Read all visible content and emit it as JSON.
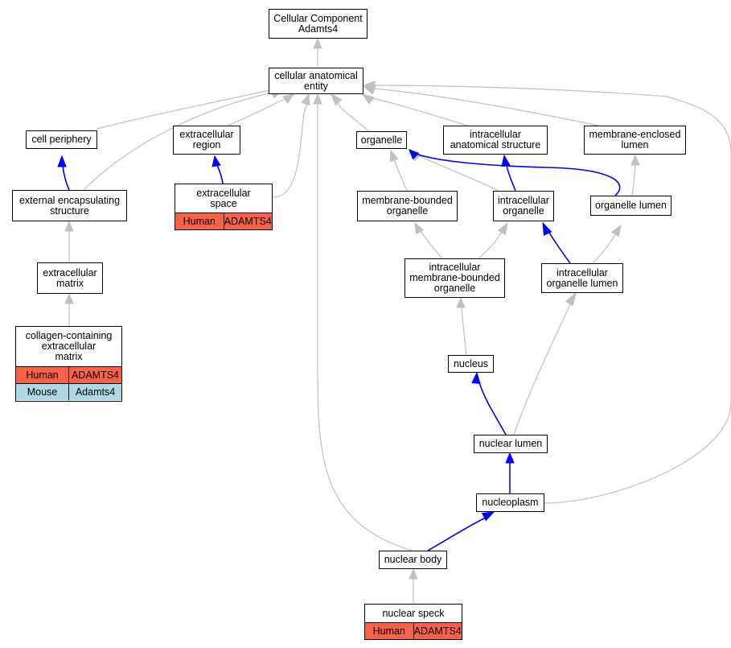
{
  "colors": {
    "gray_edge": "#c0c0c0",
    "blue_edge": "#0000ff",
    "human": "#fa6248",
    "mouse": "#add8e6"
  },
  "nodes": {
    "root": "Cellular Component\nAdamts4",
    "cae": "cellular anatomical\nentity",
    "cell_periphery": "cell periphery",
    "extracellular_region": "extracellular\nregion",
    "organelle": "organelle",
    "ias": "intracellular\nanatomical structure",
    "mel": "membrane-enclosed\nlumen",
    "ees": "external encapsulating\nstructure",
    "es": "extracellular\nspace",
    "mbo": "membrane-bounded\norganelle",
    "io": "intracellular\norganelle",
    "ol": "organelle lumen",
    "em": "extracellular\nmatrix",
    "imbo": "intracellular\nmembrane-bounded\norganelle",
    "iol": "intracellular\norganelle lumen",
    "ccem": "collagen-containing\nextracellular\nmatrix",
    "nucleus": "nucleus",
    "nuclear_lumen": "nuclear lumen",
    "nucleoplasm": "nucleoplasm",
    "nuclear_body": "nuclear body",
    "nuclear_speck": "nuclear speck"
  },
  "annotations": {
    "es": [
      {
        "species": "Human",
        "gene": "ADAMTS4"
      }
    ],
    "ccem": [
      {
        "species": "Human",
        "gene": "ADAMTS4"
      },
      {
        "species": "Mouse",
        "gene": "Adamts4"
      }
    ],
    "nuclear_speck": [
      {
        "species": "Human",
        "gene": "ADAMTS4"
      }
    ]
  },
  "edges": [
    {
      "from": "cae",
      "to": "root",
      "color": "gray"
    },
    {
      "from": "cell_periphery",
      "to": "cae",
      "color": "gray"
    },
    {
      "from": "ees",
      "to": "cae",
      "color": "gray"
    },
    {
      "from": "extracellular_region",
      "to": "cae",
      "color": "gray"
    },
    {
      "from": "es",
      "to": "cae",
      "color": "gray"
    },
    {
      "from": "nuclear_body",
      "to": "cae",
      "color": "gray"
    },
    {
      "from": "organelle",
      "to": "cae",
      "color": "gray"
    },
    {
      "from": "ias",
      "to": "cae",
      "color": "gray"
    },
    {
      "from": "mel",
      "to": "cae",
      "color": "gray"
    },
    {
      "from": "nucleoplasm",
      "to": "cae",
      "color": "gray"
    },
    {
      "from": "ees",
      "to": "cell_periphery",
      "color": "blue"
    },
    {
      "from": "es",
      "to": "extracellular_region",
      "color": "blue"
    },
    {
      "from": "mbo",
      "to": "organelle",
      "color": "gray"
    },
    {
      "from": "io",
      "to": "organelle",
      "color": "gray"
    },
    {
      "from": "ol",
      "to": "organelle",
      "color": "blue"
    },
    {
      "from": "io",
      "to": "ias",
      "color": "blue"
    },
    {
      "from": "ol",
      "to": "mel",
      "color": "gray"
    },
    {
      "from": "em",
      "to": "ees",
      "color": "gray"
    },
    {
      "from": "imbo",
      "to": "mbo",
      "color": "gray"
    },
    {
      "from": "imbo",
      "to": "io",
      "color": "gray"
    },
    {
      "from": "iol",
      "to": "io",
      "color": "blue"
    },
    {
      "from": "iol",
      "to": "ol",
      "color": "gray"
    },
    {
      "from": "ccem",
      "to": "em",
      "color": "gray"
    },
    {
      "from": "nucleus",
      "to": "imbo",
      "color": "gray"
    },
    {
      "from": "nuclear_lumen",
      "to": "iol",
      "color": "gray"
    },
    {
      "from": "nuclear_lumen",
      "to": "nucleus",
      "color": "blue"
    },
    {
      "from": "nucleoplasm",
      "to": "nuclear_lumen",
      "color": "blue"
    },
    {
      "from": "nuclear_body",
      "to": "nucleoplasm",
      "color": "blue"
    },
    {
      "from": "nuclear_speck",
      "to": "nuclear_body",
      "color": "gray"
    }
  ]
}
